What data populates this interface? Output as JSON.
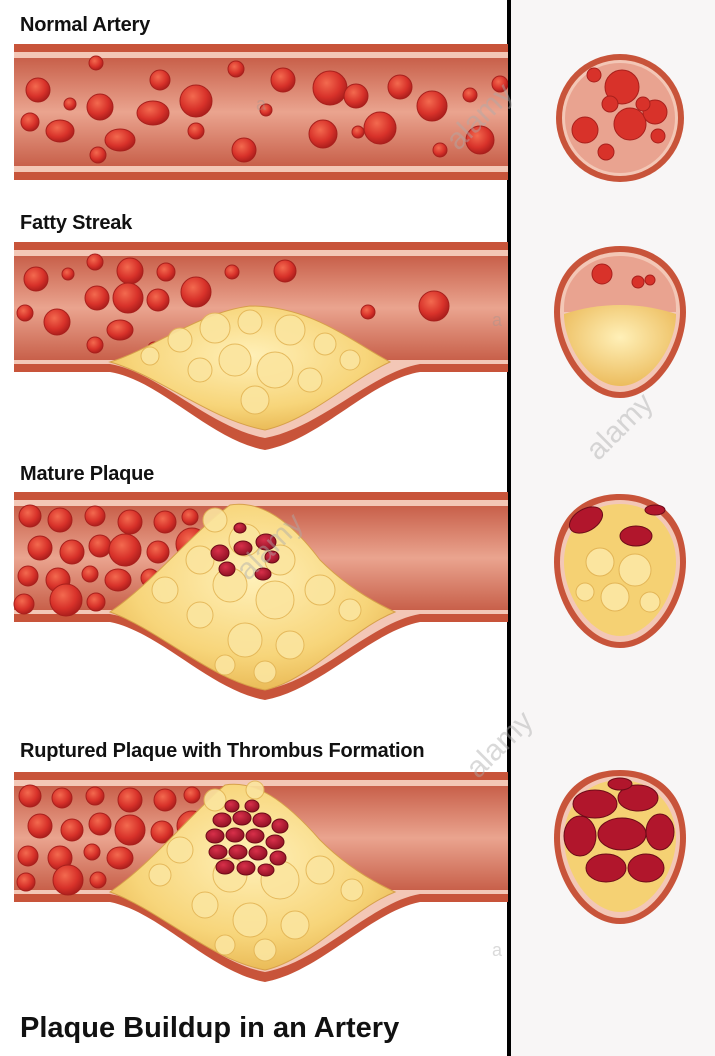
{
  "title": "Plaque Buildup in an Artery",
  "stages": [
    {
      "label": "Normal Artery",
      "plaque": "none"
    },
    {
      "label": "Fatty Streak",
      "plaque": "small"
    },
    {
      "label": "Mature Plaque",
      "plaque": "large"
    },
    {
      "label": "Ruptured Plaque with Thrombus Formation",
      "plaque": "ruptured"
    }
  ],
  "watermark": {
    "brand": "alamy",
    "mark": "a"
  },
  "colors": {
    "vessel_wall": "#c9543a",
    "lumen": "#e9a390",
    "rbc": "#d8382a",
    "clot": "#b1162c",
    "plaque": "#f5d173",
    "intima": "#f4d0c4"
  }
}
